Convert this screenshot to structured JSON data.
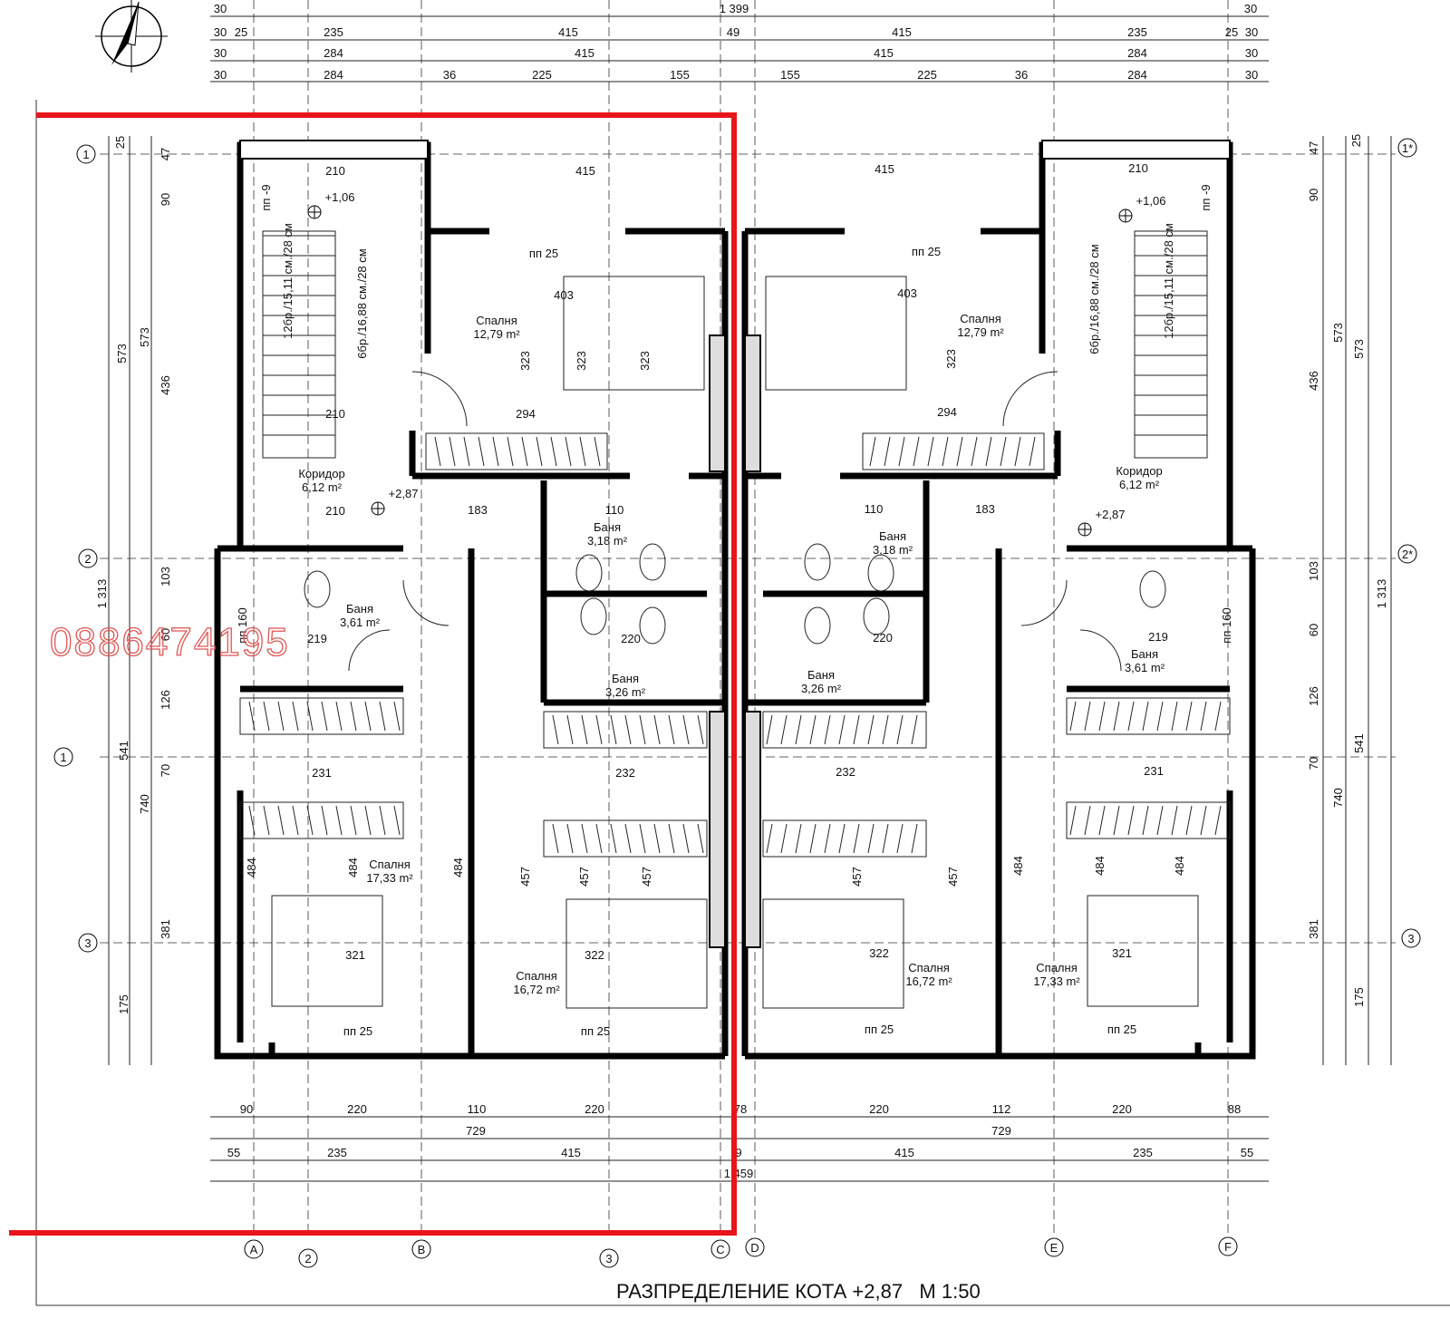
{
  "drawing": {
    "title": "РАЗПРЕДЕЛЕНИЕ КОТА +2,87   М 1:50",
    "watermark": "0886474195",
    "accent_color": "#e8151b",
    "north_arrow_icon": "compass-north-icon"
  },
  "rooms": [
    {
      "name": "Спалня",
      "area": "12,79 m²"
    },
    {
      "name": "Коридор",
      "area": "6,12 m²"
    },
    {
      "name": "Баня",
      "area": "3,61 m²"
    },
    {
      "name": "Баня",
      "area": "3,18 m²"
    },
    {
      "name": "Баня",
      "area": "3,26 m²"
    },
    {
      "name": "Спалня",
      "area": "17,33 m²"
    },
    {
      "name": "Спалня",
      "area": "16,72 m²"
    },
    {
      "name": "Спалня",
      "area": "12,79 m²"
    },
    {
      "name": "Коридор",
      "area": "6,12 m²"
    },
    {
      "name": "Баня",
      "area": "3,18 m²"
    },
    {
      "name": "Баня",
      "area": "3,61 m²"
    },
    {
      "name": "Баня",
      "area": "3,26 m²"
    },
    {
      "name": "Спалня",
      "area": "16,72 m²"
    },
    {
      "name": "Спалня",
      "area": "17,33 m²"
    }
  ],
  "levels": [
    "+1,06",
    "+2,87",
    "+1,06",
    "+2,87"
  ],
  "axes": [
    "A",
    "2",
    "B",
    "3",
    "C",
    "D",
    "E",
    "F",
    "1",
    "2",
    "1",
    "3",
    "1*",
    "2*",
    "3"
  ],
  "notes": [
    "пп 25",
    "пп 25",
    "12бр./15,11 см./28 см",
    "6бр./16,88 см./28 см",
    "12бр./15,11 см./28 см",
    "6бр./16,88 см./28 см",
    "пп 25",
    "пп 25",
    "пп 25",
    "пп 25",
    "пп -9",
    "пп -9",
    "пп 160",
    "пп 160"
  ],
  "dimensions": [
    "30",
    "1 399",
    "30",
    "30",
    "25",
    "235",
    "415",
    "49",
    "415",
    "235",
    "25",
    "30",
    "30",
    "284",
    "415",
    "415",
    "284",
    "30",
    "30",
    "284",
    "36",
    "225",
    "155",
    "155",
    "225",
    "36",
    "284",
    "30",
    "90",
    "220",
    "110",
    "220",
    "78",
    "220",
    "112",
    "220",
    "88",
    "729",
    "729",
    "55",
    "235",
    "415",
    "9",
    "415",
    "235",
    "55",
    "1 459",
    "210",
    "415",
    "415",
    "210",
    "403",
    "403",
    "294",
    "294",
    "210",
    "210",
    "183",
    "183",
    "110",
    "110",
    "231",
    "232",
    "232",
    "231",
    "321",
    "322",
    "322",
    "321",
    "219",
    "219",
    "220",
    "220",
    "573",
    "573",
    "1 313",
    "541",
    "740",
    "175",
    "47",
    "90",
    "436",
    "103",
    "60",
    "126",
    "70",
    "381",
    "25",
    "573",
    "573",
    "1 313",
    "541",
    "740",
    "175",
    "47",
    "90",
    "436",
    "103",
    "60",
    "126",
    "70",
    "381",
    "25",
    "323",
    "323",
    "323",
    "323",
    "484",
    "484",
    "484",
    "457",
    "457",
    "457",
    "457",
    "457",
    "484",
    "484",
    "484"
  ]
}
